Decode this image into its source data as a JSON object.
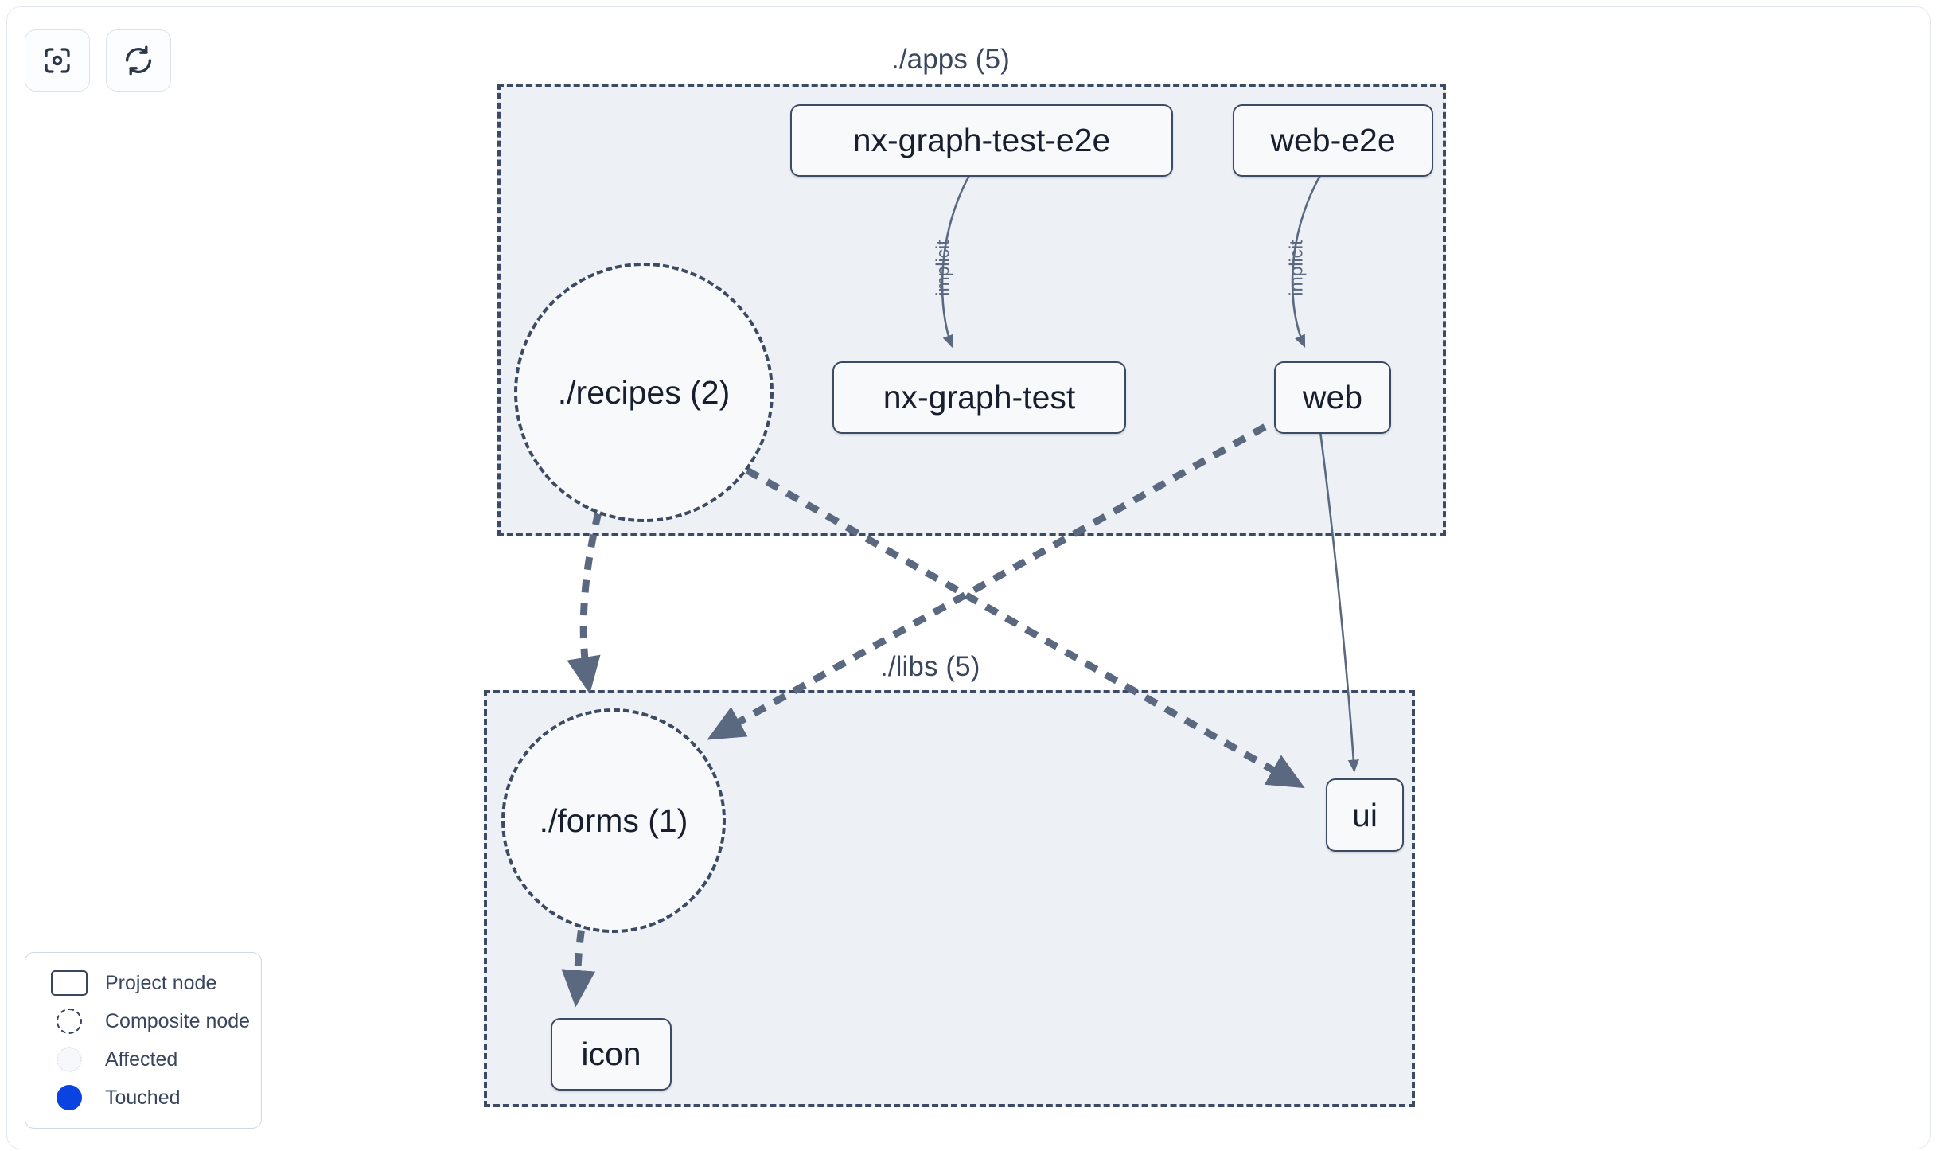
{
  "toolbar": {
    "buttons": [
      {
        "name": "focus-graph-button",
        "icon": "focus-target-icon",
        "title": "Focus graph"
      },
      {
        "name": "refresh-graph-button",
        "icon": "refresh-icon",
        "title": "Refresh graph"
      }
    ]
  },
  "graph": {
    "groups": [
      {
        "id": "apps",
        "label": "./apps (5)"
      },
      {
        "id": "libs",
        "label": "./libs (5)"
      }
    ],
    "nodes": [
      {
        "id": "nx-graph-test-e2e",
        "label": "nx-graph-test-e2e",
        "type": "project",
        "group": "apps"
      },
      {
        "id": "web-e2e",
        "label": "web-e2e",
        "type": "project",
        "group": "apps"
      },
      {
        "id": "recipes",
        "label": "./recipes (2)",
        "type": "composite",
        "group": "apps"
      },
      {
        "id": "nx-graph-test",
        "label": "nx-graph-test",
        "type": "project",
        "group": "apps"
      },
      {
        "id": "web",
        "label": "web",
        "type": "project",
        "group": "apps"
      },
      {
        "id": "forms",
        "label": "./forms (1)",
        "type": "composite",
        "group": "libs"
      },
      {
        "id": "ui",
        "label": "ui",
        "type": "project",
        "group": "libs"
      },
      {
        "id": "icon",
        "label": "icon",
        "type": "project",
        "group": "libs"
      }
    ],
    "edges": [
      {
        "from": "nx-graph-test-e2e",
        "to": "nx-graph-test",
        "label": "implicit",
        "style": "solid"
      },
      {
        "from": "web-e2e",
        "to": "web",
        "label": "implicit",
        "style": "solid"
      },
      {
        "from": "recipes",
        "to": "forms",
        "label": "",
        "style": "dashed"
      },
      {
        "from": "recipes",
        "to": "ui",
        "label": "",
        "style": "dashed"
      },
      {
        "from": "web",
        "to": "forms",
        "label": "",
        "style": "dashed"
      },
      {
        "from": "web",
        "to": "ui",
        "label": "",
        "style": "solid"
      },
      {
        "from": "forms",
        "to": "icon",
        "label": "",
        "style": "dashed"
      }
    ],
    "edge_labels": [
      {
        "id": "implicit-1",
        "text": "implicit"
      },
      {
        "id": "implicit-2",
        "text": "implicit"
      }
    ]
  },
  "legend": {
    "items": [
      {
        "id": "project-node",
        "label": "Project node",
        "swatch": "rounded-rect-outline"
      },
      {
        "id": "composite-node",
        "label": "Composite node",
        "swatch": "dashed-circle"
      },
      {
        "id": "affected",
        "label": "Affected",
        "swatch": "faded-dotted-circle"
      },
      {
        "id": "touched",
        "label": "Touched",
        "swatch": "solid-blue-circle"
      }
    ]
  },
  "colors": {
    "node_stroke": "#3d4a63",
    "node_fill": "#f8f9fb",
    "group_fill": "#edf0f5",
    "edge": "#5a6880",
    "touched": "#0b43e0",
    "text": "#171f2e"
  }
}
